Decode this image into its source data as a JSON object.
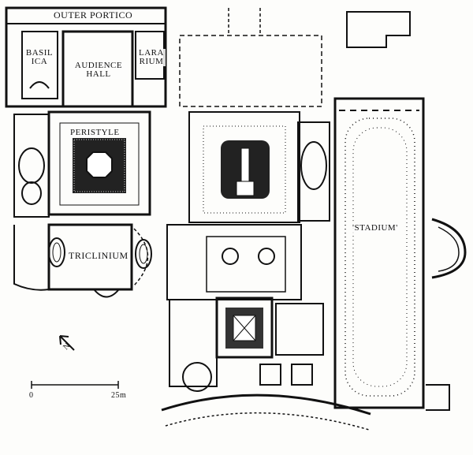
{
  "map": {
    "labels": {
      "outer_portico": "OUTER PORTICO",
      "basilica_1": "BASIL",
      "basilica_2": "ICA",
      "audience_hall_1": "AUDIENCE",
      "audience_hall_2": "HALL",
      "lararium_1": "LARA",
      "lararium_2": "RIUM",
      "peristyle": "PERISTYLE",
      "triclinium": "TRICLINIUM",
      "stadium": "'STADIUM'"
    },
    "scale_bar": {
      "start_label": "0",
      "end_label": "25m"
    },
    "north_arrow": {
      "letter": "N"
    }
  }
}
